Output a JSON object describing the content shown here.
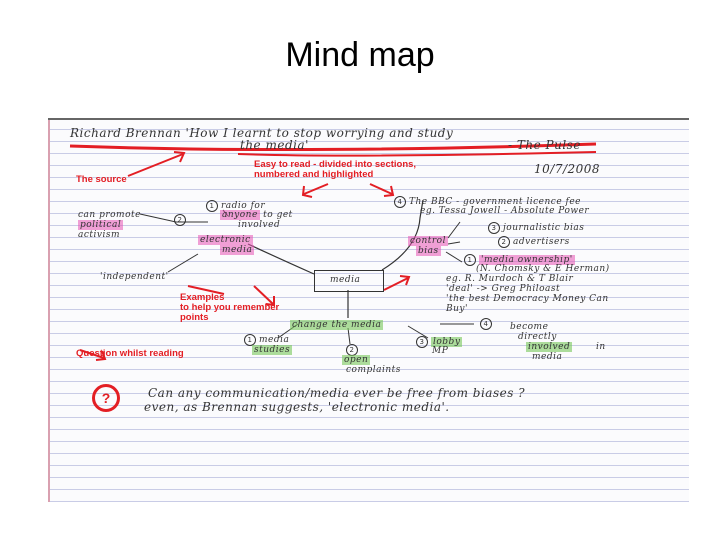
{
  "slide": {
    "title": "Mind map"
  },
  "notes": {
    "header_line1": "Richard Brennan 'How I learnt to stop worrying and study",
    "header_line2": "the media'",
    "header_source_title": "- The Pulse",
    "date": "10/7/2008",
    "annotation_source": "The source",
    "annotation_easy_line1": "Easy to read - divided into sections,",
    "annotation_easy_line2": "numbered and highlighted",
    "annotation_examples_line1": "Examples",
    "annotation_examples_line2": "to help you remember",
    "annotation_examples_line3": "points",
    "annotation_question": "Question whilst reading",
    "center": "media",
    "branch_electronic_line1": "electronic",
    "branch_electronic_line2": "media",
    "num1": "1",
    "num2": "2",
    "num3": "3",
    "num4": "4",
    "radio_line1": "radio for",
    "radio_anyone": "anyone",
    "radio_line2_end": "to get",
    "radio_line3": "involved",
    "promote_line1": "can promote",
    "promote_line2": "political",
    "promote_line3": "activism",
    "independent": "'independent'",
    "bbc_line1": "The BBC - government licence fee",
    "bbc_line2": "eg. Tessa Jowell - Absolute Power",
    "journalistic": "journalistic bias",
    "advertisers": "advertisers",
    "control_line1": "control",
    "control_line2": "bias",
    "ownership_line1": "'media ownership'",
    "ownership_line2": "(N. Chomsky & E Herman)",
    "ownership_line3": "eg. R. Murdoch & T Blair",
    "ownership_line4": "'deal' -> Greg Philoast",
    "ownership_line5": "'the best Democracy Money Can",
    "ownership_line6": "Buy'",
    "change": "change the media",
    "studies_line1": "media",
    "studies_line2": "studies",
    "lobby_line1": "lobby",
    "lobby_line2": "MP",
    "complaints_line1": "open",
    "complaints_line2": "complaints",
    "involved_line1": "become",
    "involved_line2": "directly",
    "involved_line3": "involved",
    "involved_line4": "in",
    "involved_line5": "media",
    "question_mark": "?",
    "question_line1": "Can any communication/media ever be free from biases ?",
    "question_line2": "even, as Brennan suggests, 'electronic media'."
  }
}
